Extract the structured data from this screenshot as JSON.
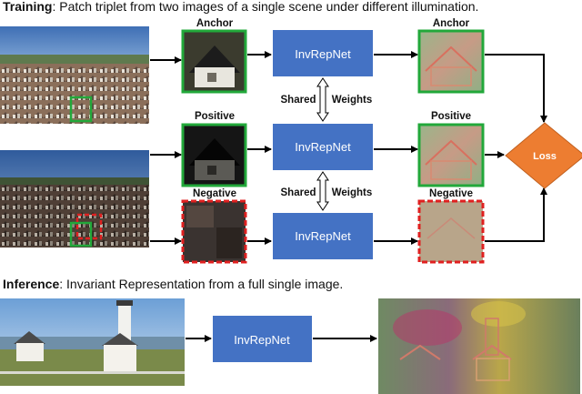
{
  "training": {
    "bold": "Training",
    "rest": ": Patch triplet from two images of a single scene under different illumination."
  },
  "inference": {
    "bold": "Inference",
    "rest": ": Invariant Representation from a full single image."
  },
  "labels": {
    "anchor_in": "Anchor",
    "positive_in": "Positive",
    "negative_in": "Negative",
    "anchor_out": "Anchor",
    "positive_out": "Positive",
    "negative_out": "Negative",
    "shared": "Shared",
    "weights": "Weights",
    "shared2": "Shared",
    "weights2": "Weights"
  },
  "network": {
    "box1": "InvRepNet",
    "box2": "InvRepNet",
    "box3": "InvRepNet",
    "box4": "InvRepNet"
  },
  "loss": "Loss",
  "colors": {
    "network": "#4472c4",
    "loss": "#ed7d31",
    "positive_border": "#22a83a",
    "negative_border": "#e02020"
  }
}
